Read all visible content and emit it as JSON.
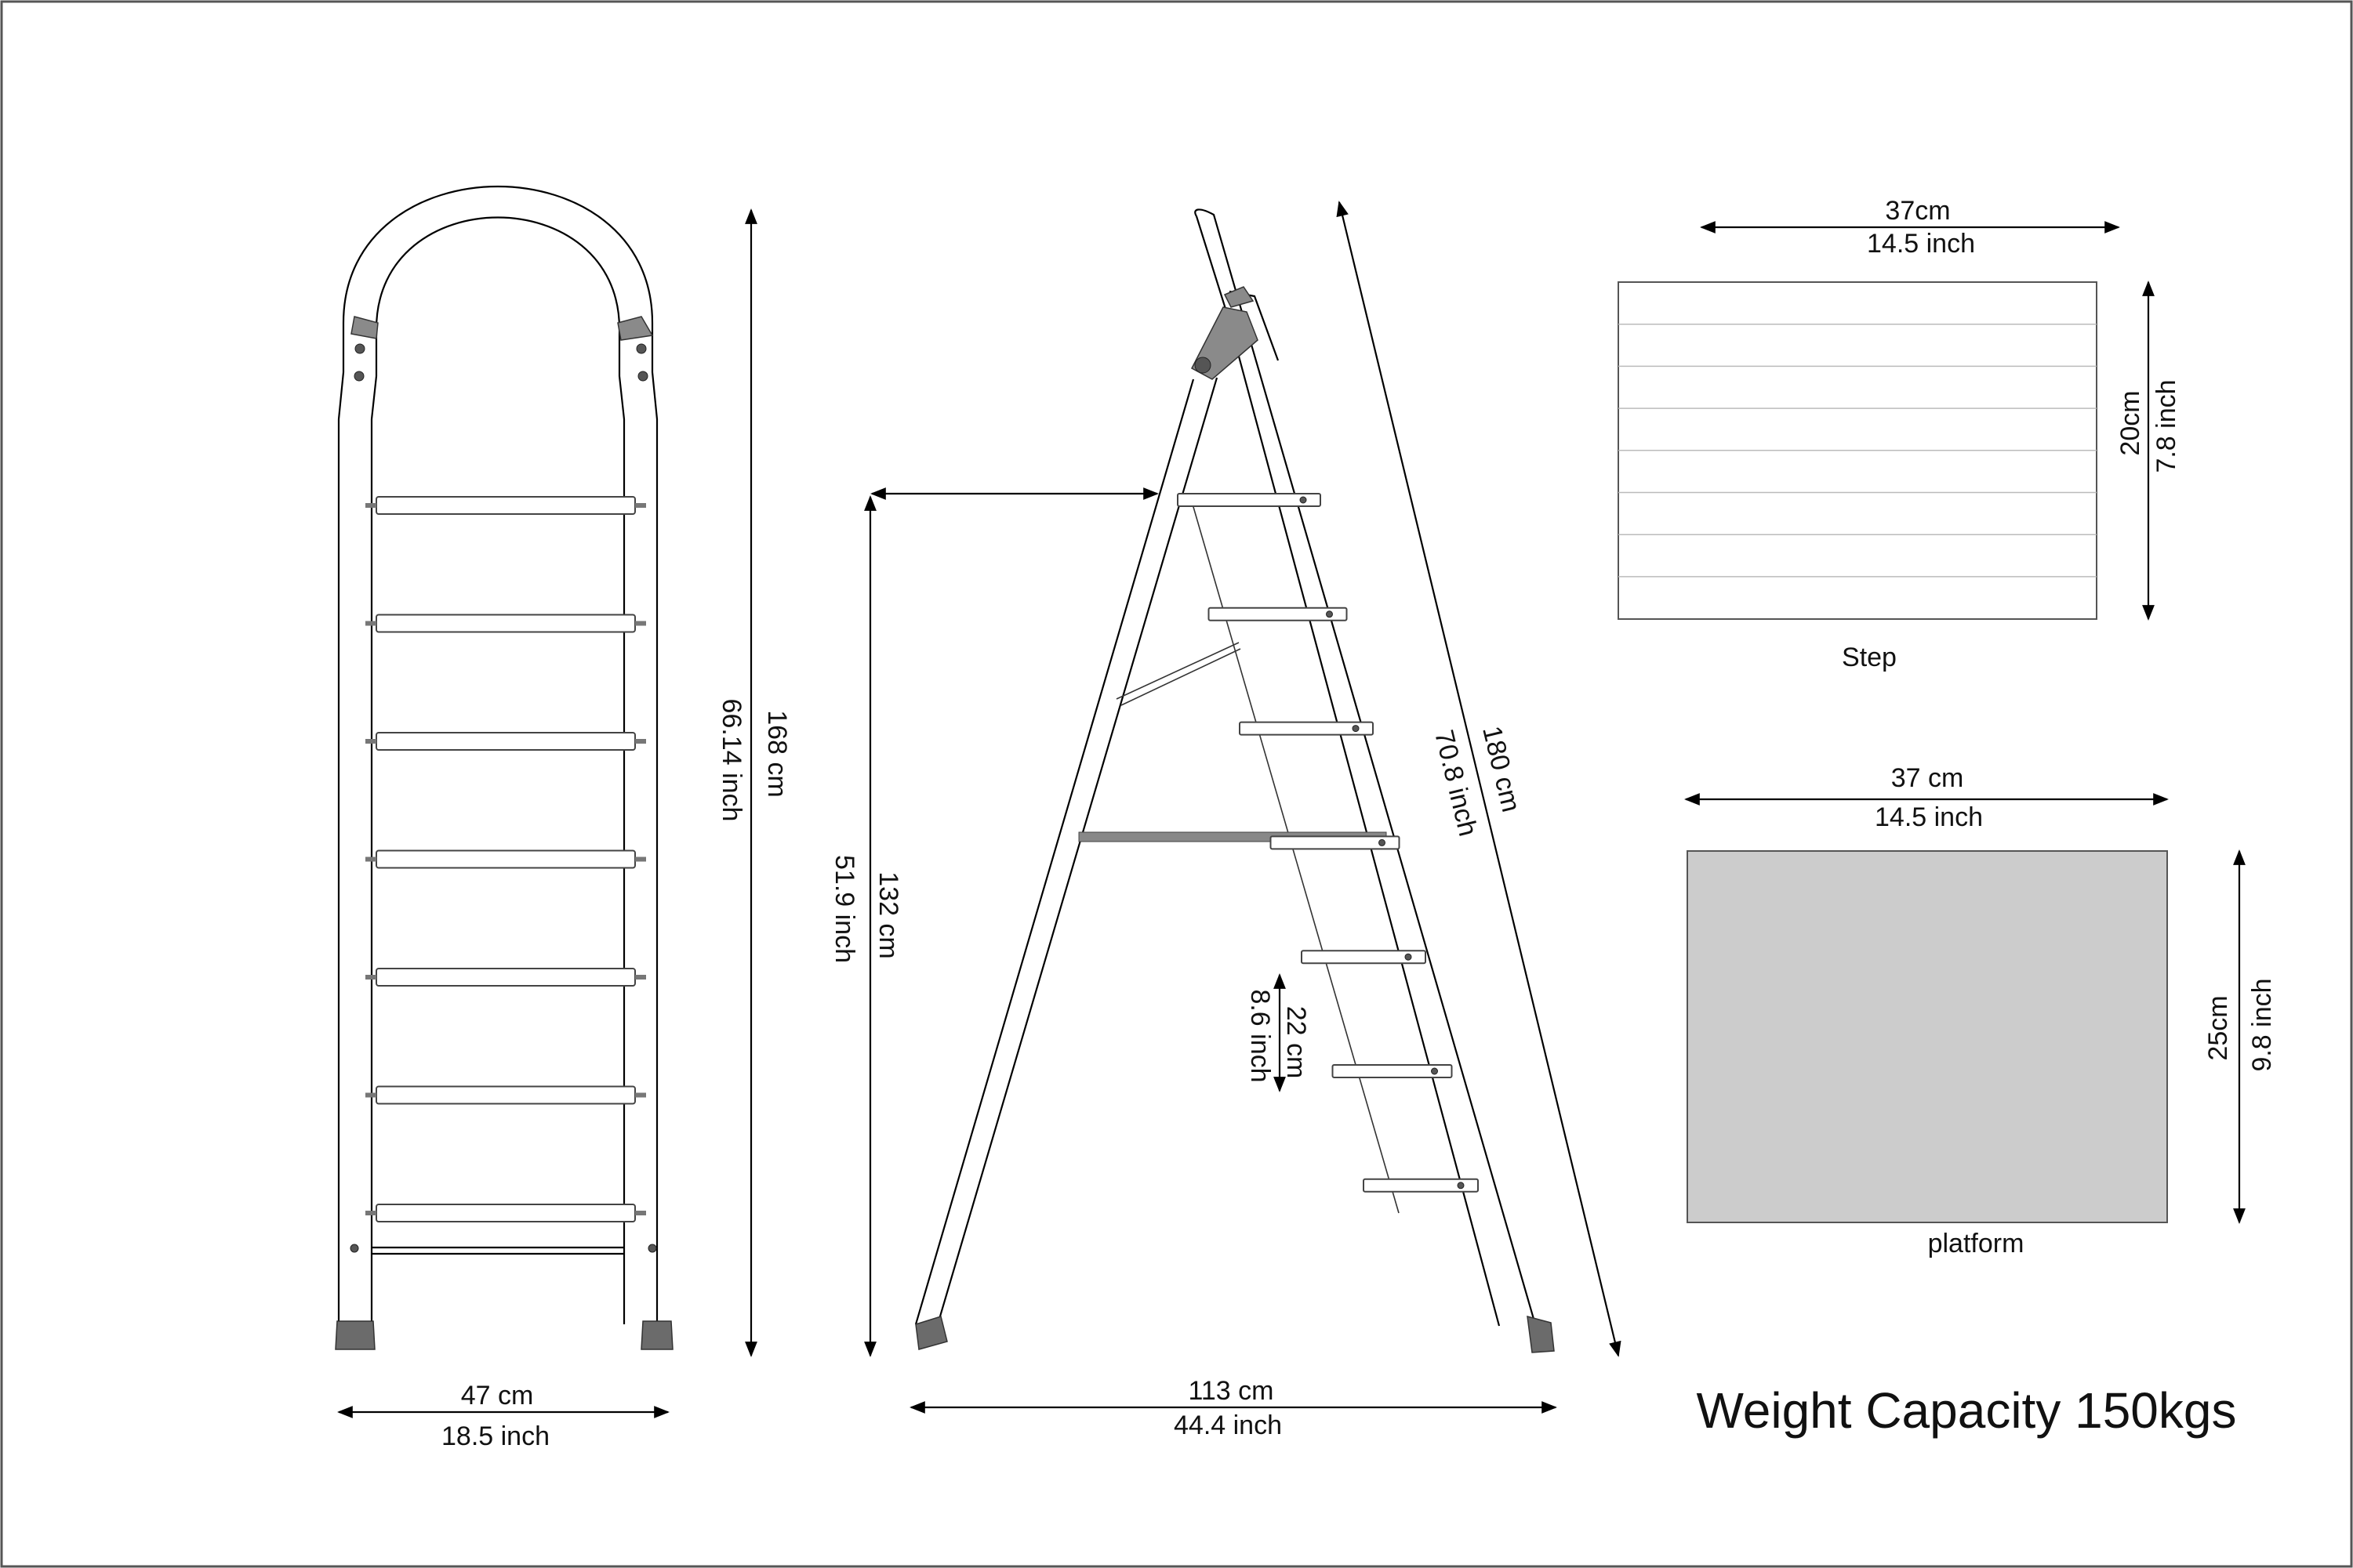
{
  "front_view": {
    "height_cm": "168 cm",
    "height_in": "66.14 inch",
    "width_cm": "47 cm",
    "width_in": "18.5 inch",
    "rung_count": 7
  },
  "side_view": {
    "height_cm": "132 cm",
    "height_in": "51.9 inch",
    "length_cm": "180 cm",
    "length_in": "70.8 inch",
    "spacing_cm": "22 cm",
    "spacing_in": "8.6 inch",
    "base_cm": "113 cm",
    "base_in": "44.4 inch",
    "step_count": 7
  },
  "step": {
    "width_cm": "37cm",
    "width_in": "14.5 inch",
    "depth_cm": "20cm",
    "depth_in": "7.8 inch",
    "label": "Step"
  },
  "platform": {
    "width_cm": "37 cm",
    "width_in": "14.5 inch",
    "depth_cm": "25cm",
    "depth_in": "9.8 inch",
    "label": "platform",
    "fill_color": "#cccccc"
  },
  "capacity": "Weight Capacity 150kgs",
  "colors": {
    "line": "#000000",
    "fitting": "#8a8a8a",
    "foot": "#6b6b6b"
  }
}
